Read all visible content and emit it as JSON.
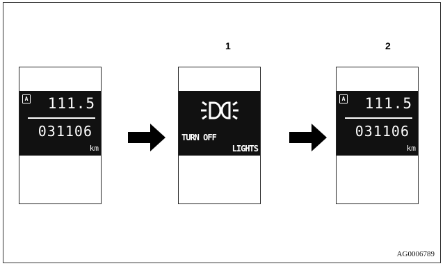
{
  "steps": {
    "one": "1",
    "two": "2"
  },
  "display_initial": {
    "trip_indicator": "A",
    "trip": "111.5",
    "odometer": "031106",
    "unit": "km"
  },
  "display_warning": {
    "icon": "lamp-icon",
    "line1": "TURN OFF",
    "line2": "LIGHTS"
  },
  "display_final": {
    "trip_indicator": "A",
    "trip": "111.5",
    "odometer": "031106",
    "unit": "km"
  },
  "caption": "AG0006789",
  "colors": {
    "screen": "#111111",
    "text_on_screen": "#ffffff",
    "arrow": "#000000"
  }
}
